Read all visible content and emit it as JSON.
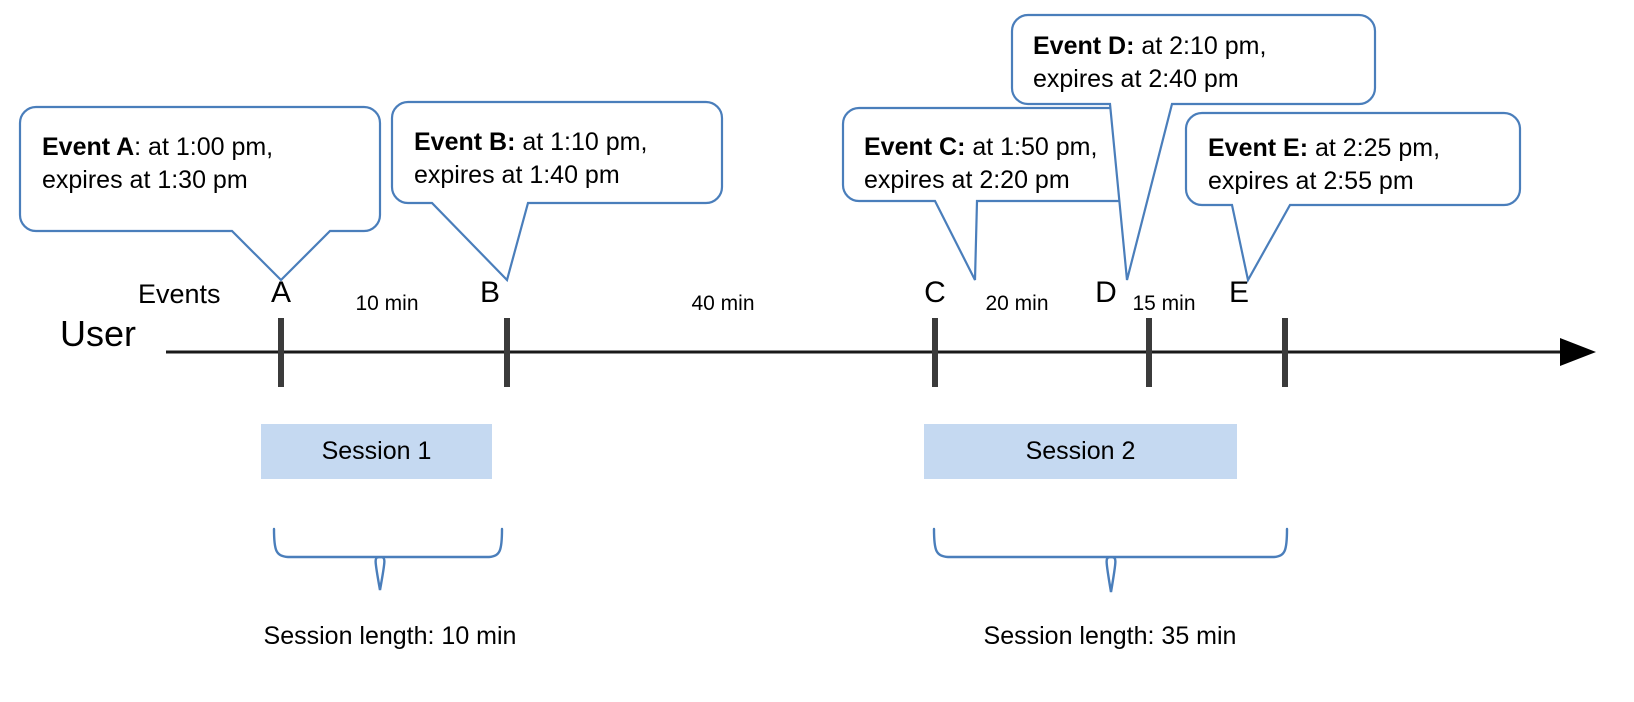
{
  "diagram": {
    "title": "User session timeline with expiring events",
    "accent_color": "#4a7ebb",
    "session_fill_color": "#c5d9f1",
    "axis_color": "#1a1a1a",
    "tick_color": "#3b3b3b"
  },
  "axis": {
    "row_label": "User",
    "events_label": "Events"
  },
  "events": [
    {
      "letter": "A",
      "bold_text": "Event A",
      "line1_rest": ": at 1:00 pm,",
      "line2": "expires at 1:30 pm",
      "time": "1:00 pm",
      "expires": "1:30 pm"
    },
    {
      "letter": "B",
      "bold_text": "Event B:",
      "line1_rest": " at 1:10 pm,",
      "line2": "expires at 1:40 pm",
      "time": "1:10 pm",
      "expires": "1:40 pm"
    },
    {
      "letter": "C",
      "bold_text": "Event C:",
      "line1_rest": " at 1:50 pm,",
      "line2": "expires at 2:20 pm",
      "time": "1:50 pm",
      "expires": "2:20 pm"
    },
    {
      "letter": "D",
      "bold_text": "Event D:",
      "line1_rest": " at 2:10 pm,",
      "line2": "expires at 2:40 pm",
      "time": "2:10 pm",
      "expires": "2:40 pm"
    },
    {
      "letter": "E",
      "bold_text": "Event E:",
      "line1_rest": " at 2:25 pm,",
      "line2": "expires at 2:55 pm",
      "time": "2:25 pm",
      "expires": "2:55 pm"
    }
  ],
  "intervals": [
    {
      "label": "10 min",
      "from": "A",
      "to": "B"
    },
    {
      "label": "40 min",
      "from": "B",
      "to": "C"
    },
    {
      "label": "20 min",
      "from": "C",
      "to": "D"
    },
    {
      "label": "15 min",
      "from": "D",
      "to": "E"
    }
  ],
  "sessions": [
    {
      "name": "Session 1",
      "length_label": "Session length: 10 min",
      "spans": [
        "A",
        "B"
      ]
    },
    {
      "name": "Session 2",
      "length_label": "Session length: 35 min",
      "spans": [
        "C",
        "D",
        "E"
      ]
    }
  ]
}
